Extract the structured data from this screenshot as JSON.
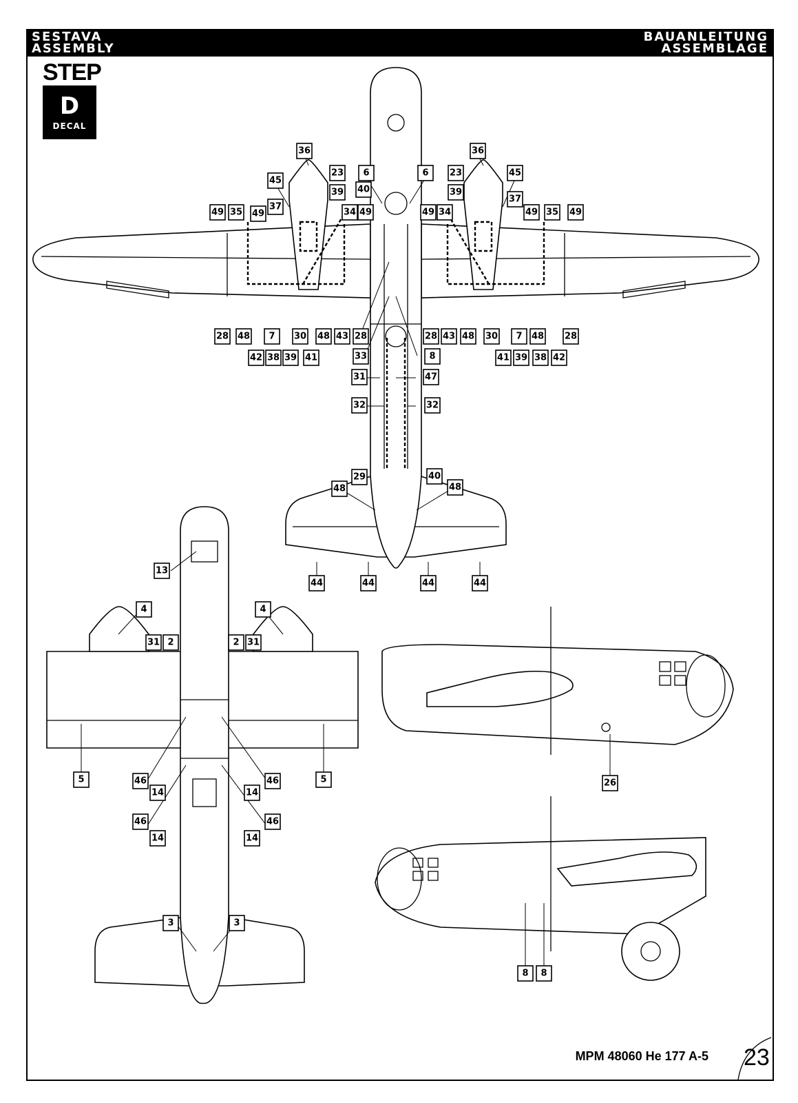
{
  "header": {
    "left_line1": "SESTAVA",
    "left_line2": "ASSEMBLY",
    "right_line1": "BAUANLEITUNG",
    "right_line2": "ASSEMBLAGE"
  },
  "step": {
    "label": "STEP",
    "letter": "D",
    "subtitle": "DECAL"
  },
  "footer": {
    "product": "MPM 48060 He 177 A-5",
    "page_number": "23"
  },
  "callouts": {
    "top_view": [
      "36",
      "23",
      "6",
      "6",
      "23",
      "36",
      "45",
      "39",
      "40",
      "39",
      "45",
      "37",
      "37",
      "49",
      "35",
      "49",
      "34",
      "49",
      "49",
      "34",
      "49",
      "35",
      "49",
      "28",
      "48",
      "7",
      "30",
      "48",
      "43",
      "28",
      "28",
      "43",
      "48",
      "30",
      "7",
      "48",
      "28",
      "42",
      "38",
      "39",
      "41",
      "33",
      "8",
      "41",
      "39",
      "38",
      "42",
      "31",
      "47",
      "32",
      "32",
      "29",
      "40",
      "48",
      "48",
      "44",
      "44",
      "44",
      "44"
    ],
    "bottom_view": [
      "13",
      "4",
      "4",
      "31",
      "2",
      "2",
      "31",
      "5",
      "5",
      "46",
      "46",
      "14",
      "14",
      "46",
      "46",
      "14",
      "14",
      "3",
      "3"
    ],
    "side_view_right": [
      "26"
    ],
    "side_view_left": [
      "8",
      "8"
    ]
  }
}
